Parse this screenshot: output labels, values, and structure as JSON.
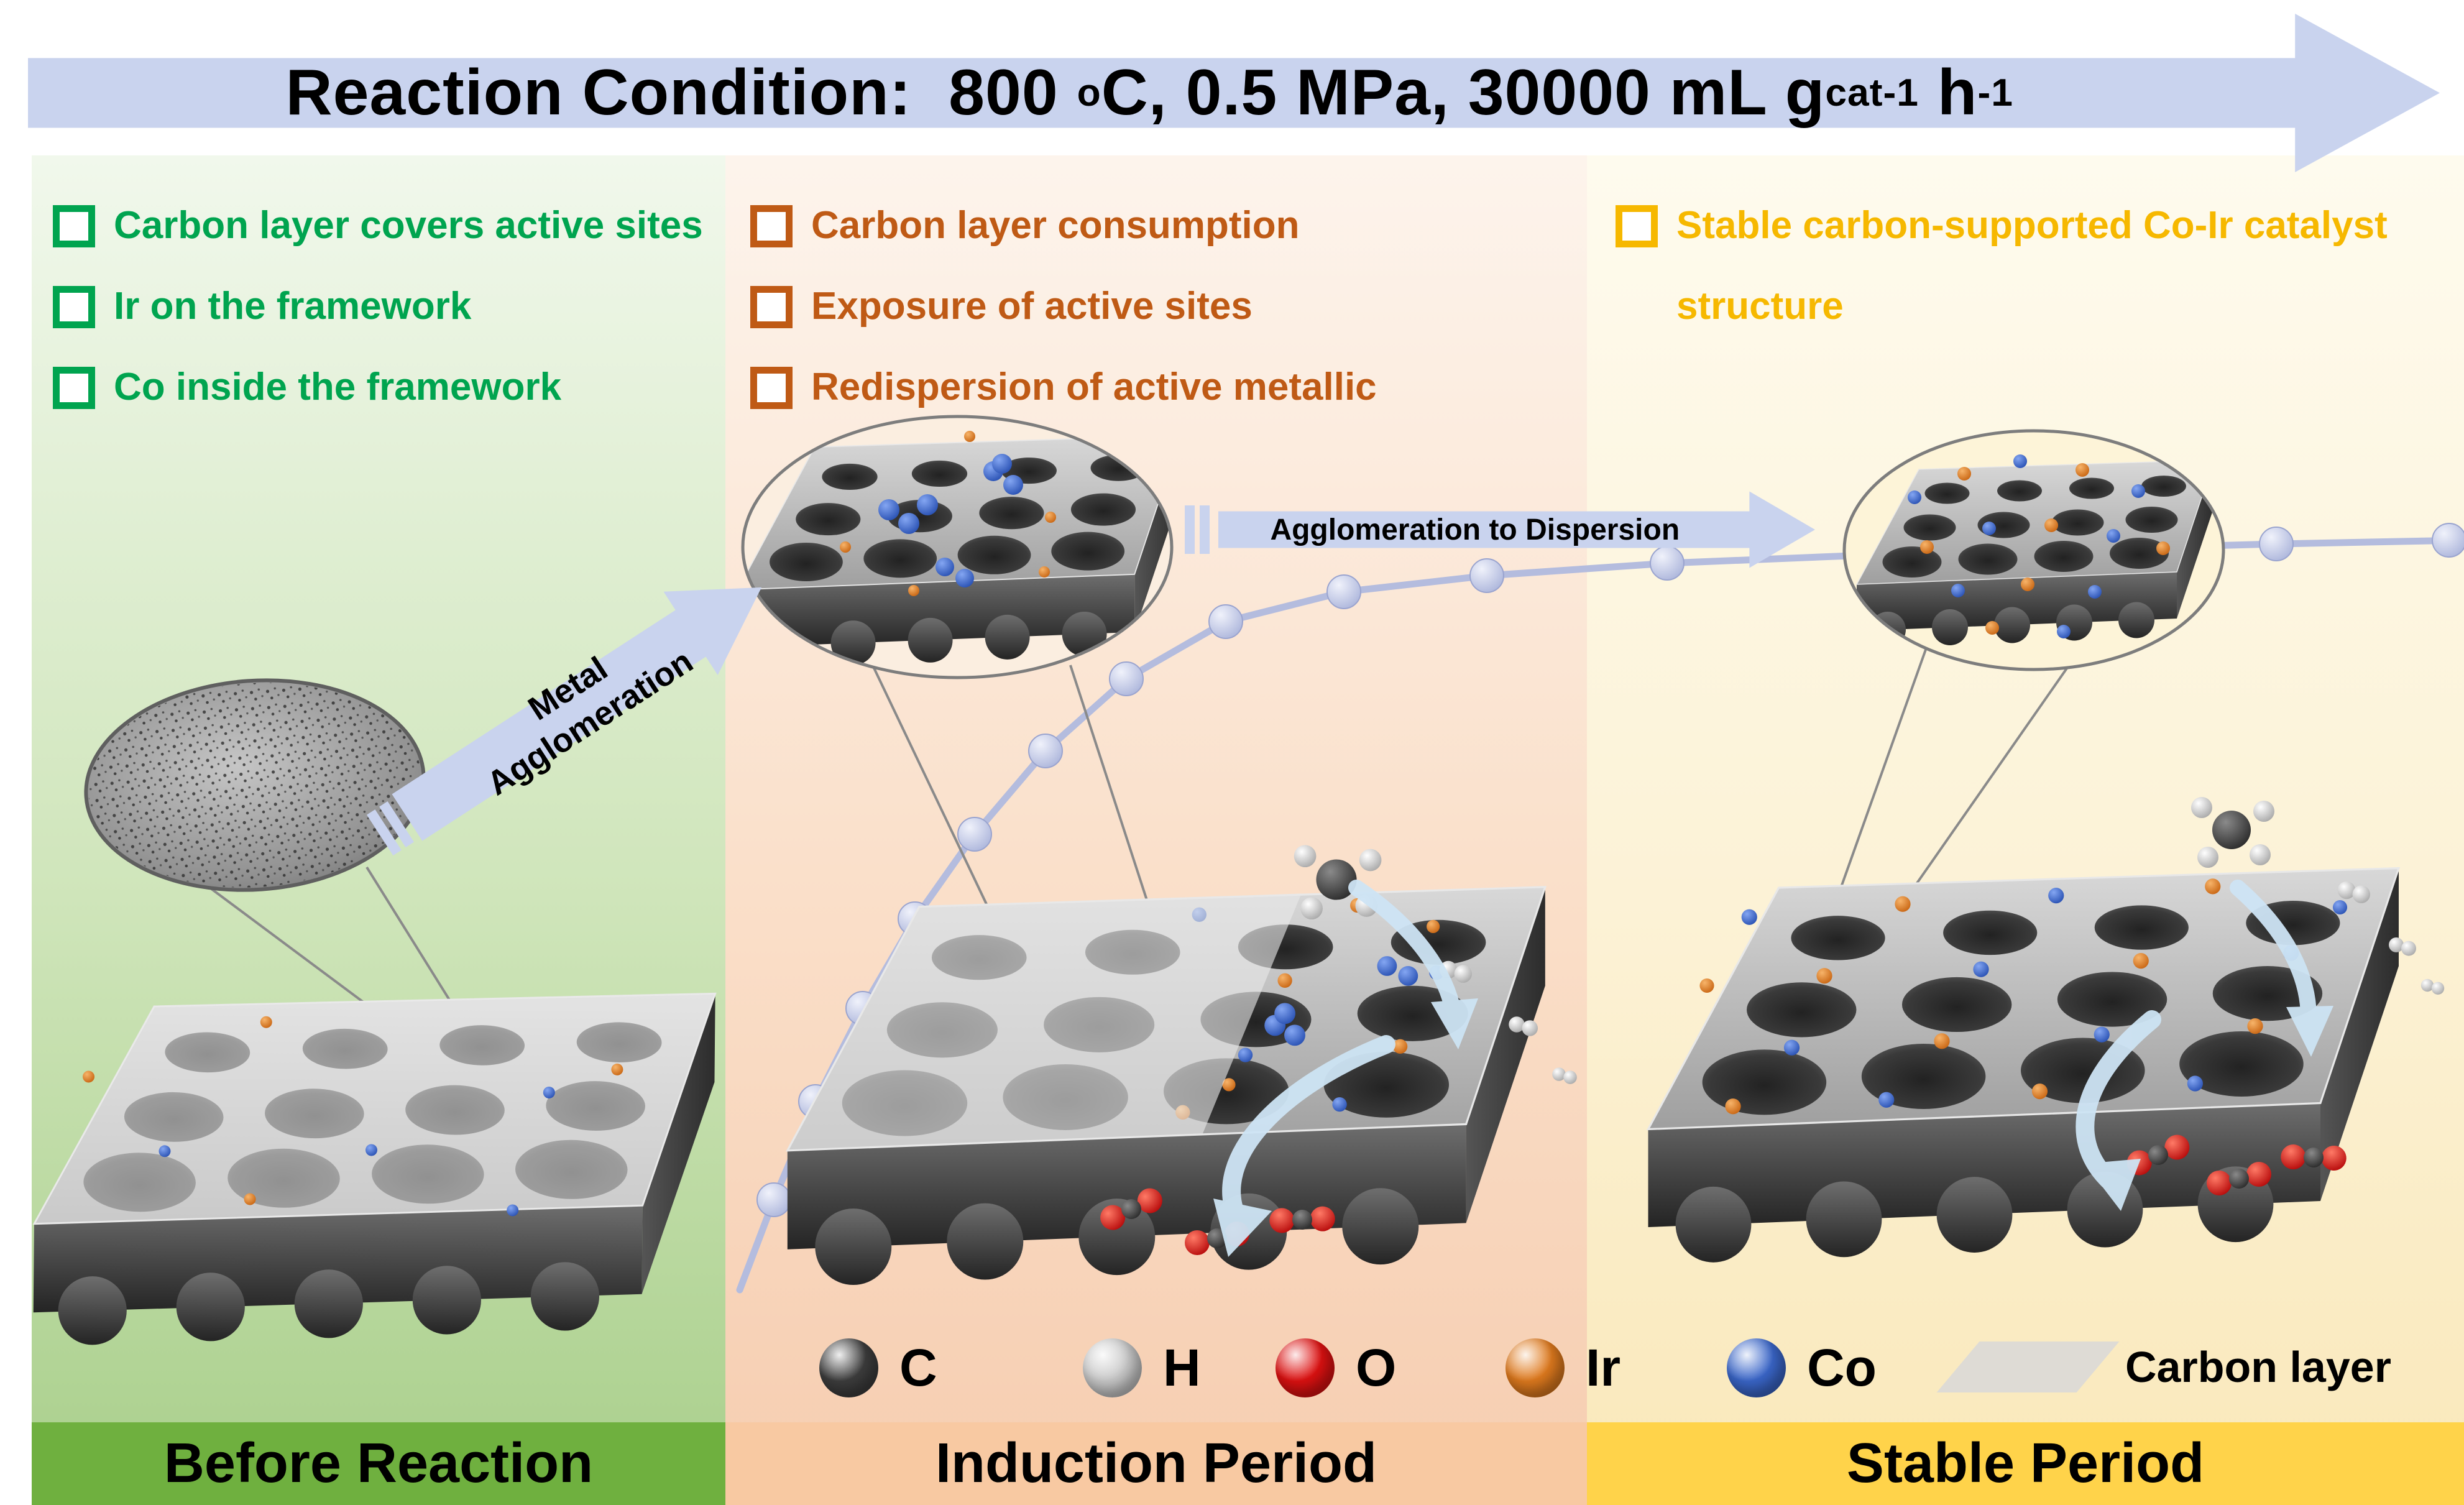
{
  "banner": {
    "label": "Reaction Condition:",
    "value1": "  800 ",
    "sup1": "o",
    "value2": "C, 0.5 MPa, 30000 mL g",
    "sub1": "cat",
    "sup2": "-1",
    "value3": " h",
    "sup3": "-1",
    "bg_color": "#c9d3ee"
  },
  "panels": {
    "before": {
      "title": "Before Reaction",
      "accent": "#00a44f",
      "bar_color": "#6fb03f",
      "bullets": [
        "Carbon layer covers active sites",
        "Ir on the framework",
        "Co inside the framework"
      ]
    },
    "induction": {
      "title": "Induction Period",
      "accent": "#bf5a15",
      "bar_color": "#f8c9a2",
      "bullets": [
        "Carbon layer consumption",
        "Exposure of active sites",
        "Redispersion of active metallic"
      ]
    },
    "stable": {
      "title": "Stable Period",
      "accent": "#f6b800",
      "bar_color": "#ffd34a",
      "bullets": [
        "Stable carbon-supported Co-Ir catalyst structure"
      ]
    }
  },
  "arrows": {
    "metal_agglomeration": "Metal Agglomeration",
    "agglomeration_to_dispersion": "Agglomeration to Dispersion",
    "fill_color": "#c9d3ee"
  },
  "curve": {
    "color": "#b4bcde",
    "bead_color": "#c6cde9"
  },
  "legend": {
    "items": [
      {
        "symbol": "sphere",
        "label": "C",
        "color": "#3d3d3d"
      },
      {
        "symbol": "sphere",
        "label": "H",
        "color": "#c9c9c9"
      },
      {
        "symbol": "sphere",
        "label": "O",
        "color": "#dd1111"
      },
      {
        "symbol": "sphere",
        "label": "Ir",
        "color": "#df7a1e"
      },
      {
        "symbol": "sphere",
        "label": "Co",
        "color": "#3a66c9"
      },
      {
        "symbol": "parallelogram",
        "label": "Carbon layer",
        "color": "#d8d8d8"
      }
    ]
  }
}
